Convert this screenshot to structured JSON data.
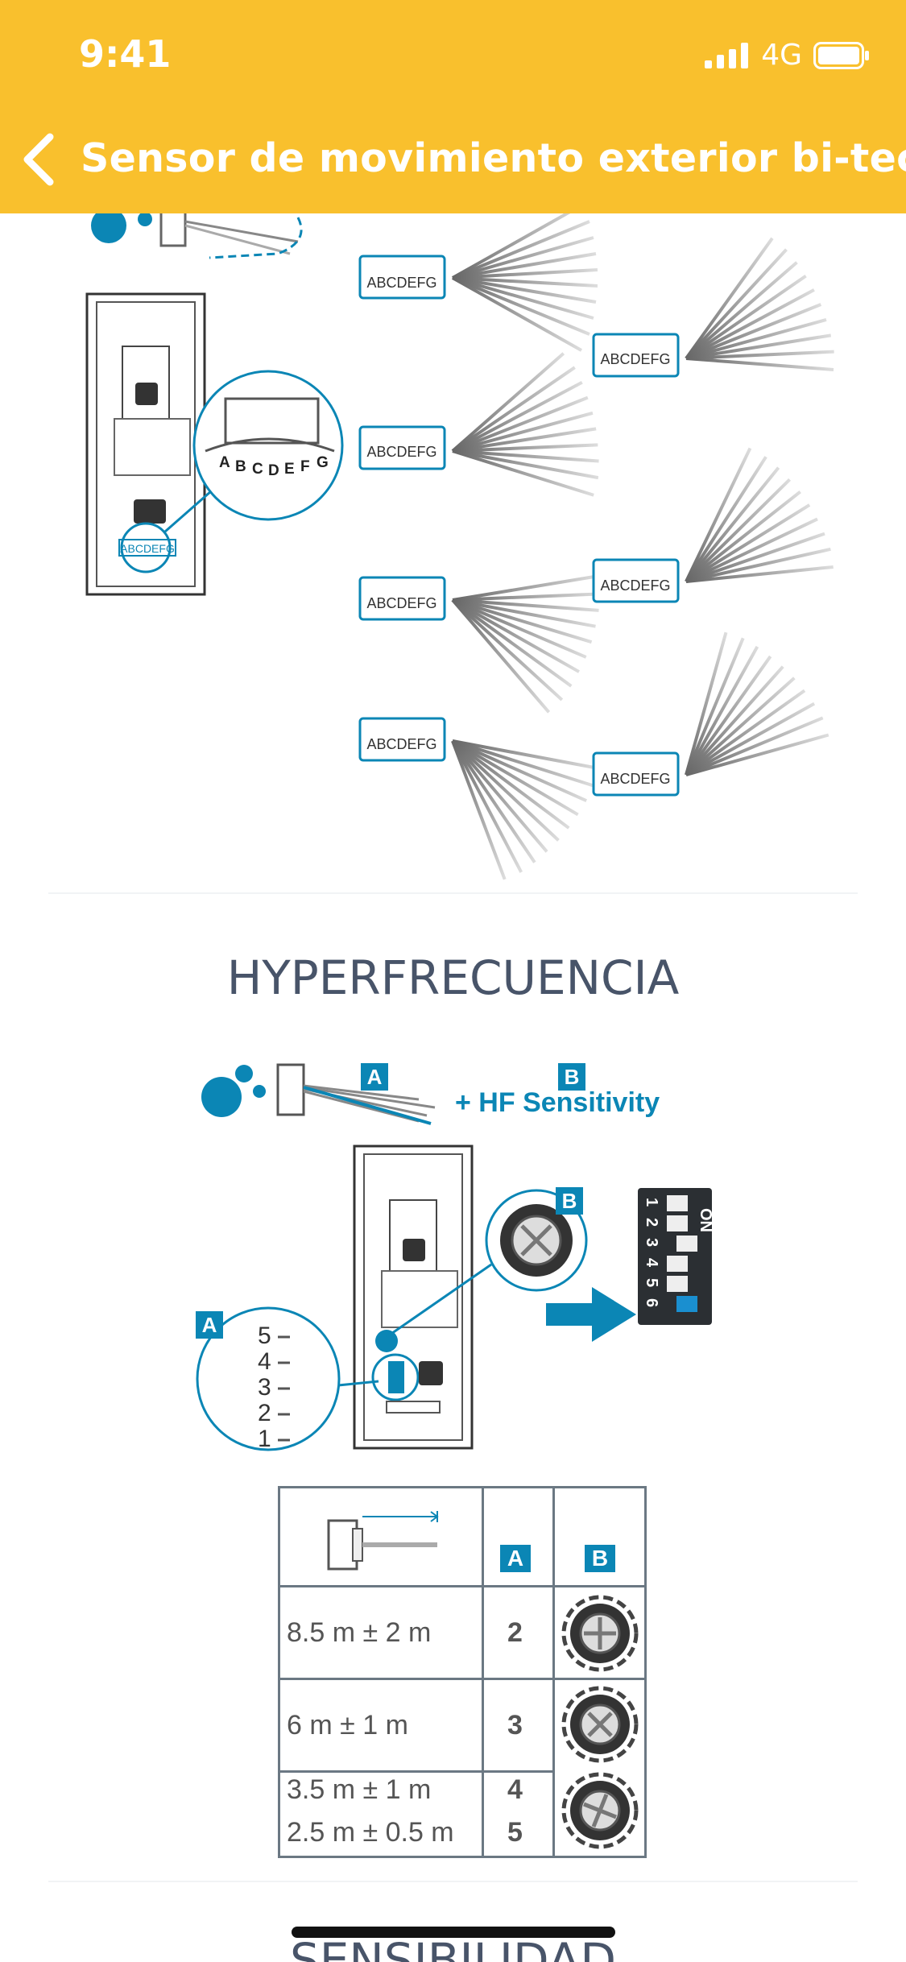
{
  "status_bar": {
    "time": "9:41",
    "network": "4G"
  },
  "nav": {
    "title": "Sensor de movimiento exterior bi-tecno..."
  },
  "colors": {
    "header": "#f9c02d",
    "accent": "#0b86b5",
    "title_text": "#485469"
  },
  "diagram1": {
    "scale_label": "ABCDEFG",
    "letters": [
      "A",
      "B",
      "C",
      "D",
      "E",
      "F",
      "G"
    ]
  },
  "section_hf": {
    "title": "HYPERFRECUENCIA",
    "label_a": "A",
    "label_b": "B",
    "hf_sensitivity": "+ HF Sensitivity",
    "dip_on": "ON",
    "dip_numbers": [
      "1",
      "2",
      "3",
      "4",
      "5",
      "6"
    ],
    "pot_numbers": [
      "5",
      "4",
      "3",
      "2",
      "1"
    ]
  },
  "range_table": {
    "headers": [
      "A",
      "B"
    ],
    "rows": [
      {
        "range": "8.5 m ± 2 m",
        "a": "2"
      },
      {
        "range": "6 m ± 1 m",
        "a": "3"
      },
      {
        "range": "3.5 m ± 1 m",
        "a": "4"
      },
      {
        "range": "2.5 m ± 0.5 m",
        "a": "5"
      }
    ]
  },
  "next_section": {
    "title": "SENSIBILIDAD"
  }
}
